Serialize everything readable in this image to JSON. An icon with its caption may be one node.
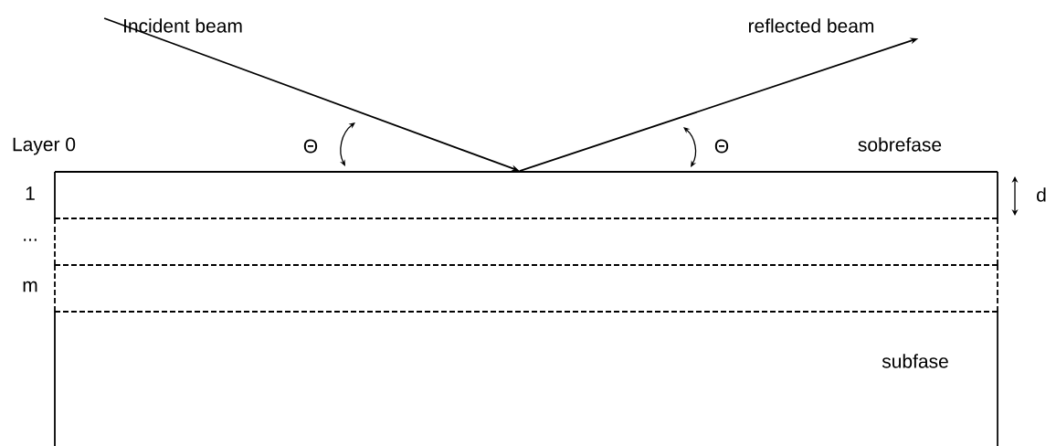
{
  "diagram": {
    "nodes": [
      {
        "text": [
          "Incident beam"
        ]
      },
      {
        "text": [
          "reflected beam"
        ]
      },
      {
        "text": [],
        "shape": "box",
        "beside": [
          "1"
        ]
      },
      {
        "text": [],
        "shape": "box",
        "beside": [
          "..."
        ]
      },
      {
        "text": [],
        "shape": "box",
        "beside": [
          "m"
        ]
      },
      {
        "text": [
          "subfase"
        ]
      }
    ],
    "edges": [
      {
        "from": 0,
        "to": 2,
        "arrow": "to"
      },
      {
        "from": 2,
        "to": 1,
        "arrow": "to"
      }
    ],
    "labels": [
      "Layer 0",
      "Θ",
      "Θ",
      "sobrefase",
      "d"
    ]
  }
}
